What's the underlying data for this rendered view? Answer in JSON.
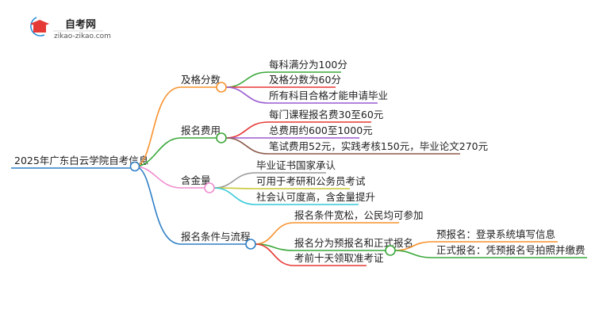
{
  "logo": {
    "title": "自考网",
    "subtitle": "zikao-zikao.com"
  },
  "root": "2025年广东白云学院自考信息",
  "branches": [
    {
      "label": "及格分数",
      "color": "#f7922d",
      "children": [
        "每科满分为100分",
        "及格分数为60分",
        "所有科目合格才能申请毕业"
      ]
    },
    {
      "label": "报名费用",
      "color": "#3aa83a",
      "children": [
        "每门课程报名费30至60元",
        "总费用约600至1000元",
        "笔试费用52元，实践考核150元，毕业论文270元"
      ]
    },
    {
      "label": "含金量",
      "color": "#ee8ccf",
      "children": [
        "毕业证书国家承认",
        "可用于考研和公务员考试",
        "社会认可度高，含金量提升"
      ]
    },
    {
      "label": "报名条件与流程",
      "color": "#2f7fc6",
      "children": [
        "报名条件宽松，公民均可参加",
        "报名分为预报名和正式报名",
        "考前十天领取准考证"
      ],
      "sub": [
        "预报名：登录系统填写信息",
        "正式报名：凭预报名号拍照并缴费"
      ]
    }
  ]
}
